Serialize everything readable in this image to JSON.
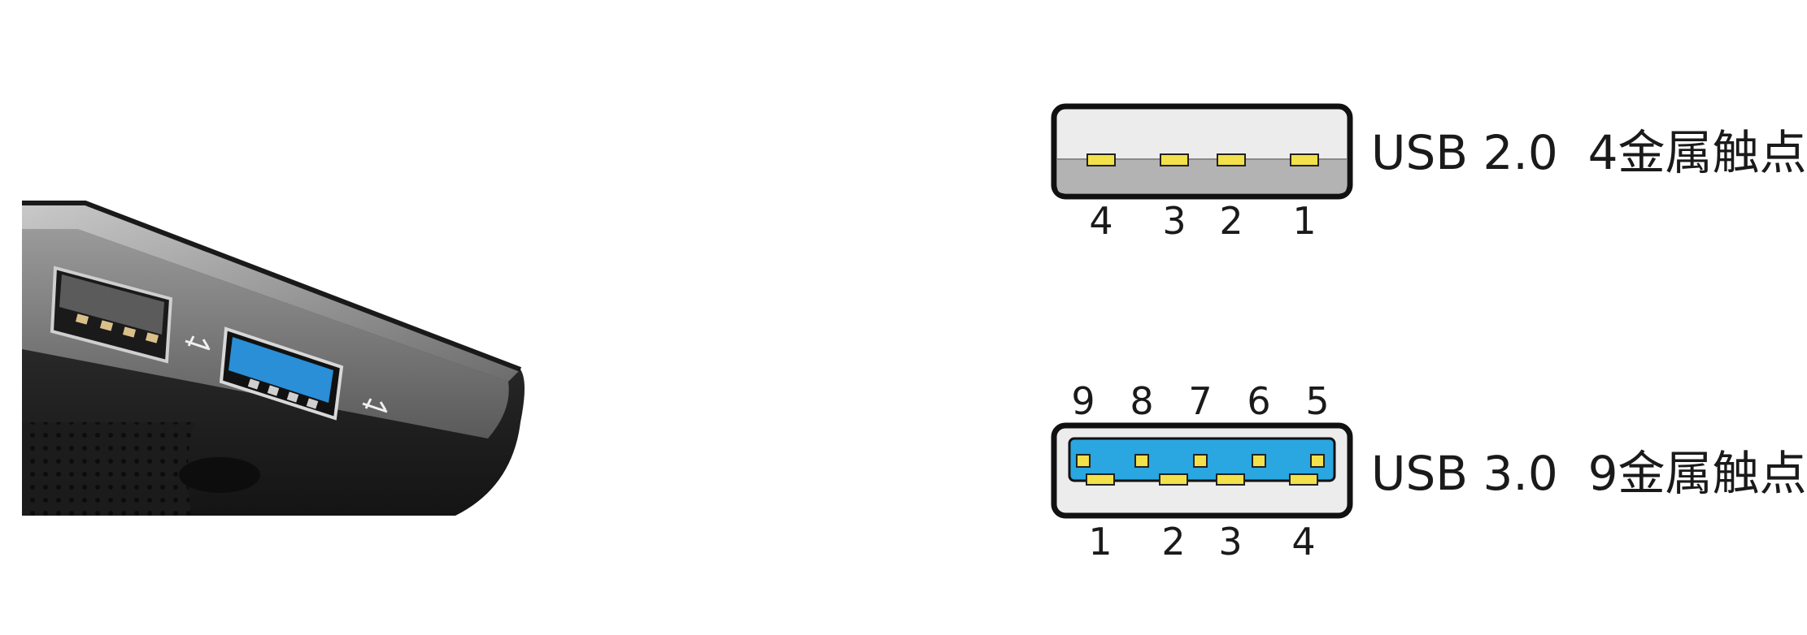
{
  "usb2": {
    "label": "USB 2.0  4金属触点",
    "pins": [
      "4",
      "3",
      "2",
      "1"
    ]
  },
  "usb3": {
    "label": "USB 3.0  9金属触点",
    "top_pins": [
      "9",
      "8",
      "7",
      "6",
      "5"
    ],
    "bottom_pins": [
      "1",
      "2",
      "3",
      "4"
    ]
  },
  "colors": {
    "contact": "#f2e14a",
    "usb3_tongue": "#2aa6e0",
    "usb2_tongue": "#b3b3b3",
    "shell_fill": "#ececec",
    "outline": "#111111"
  },
  "photo": {
    "description_icons": [
      "usb-2-port-icon",
      "usb-3-port-icon",
      "usb-trident-icon"
    ]
  }
}
